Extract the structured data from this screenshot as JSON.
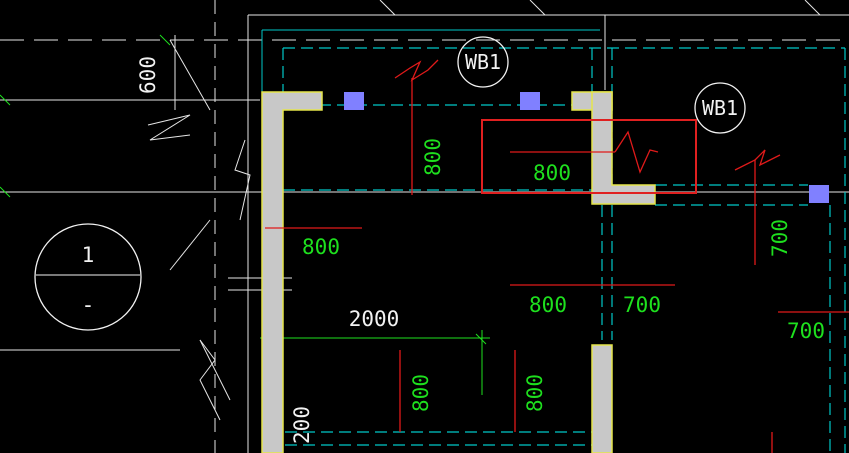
{
  "labels": {
    "wb1_top": "WB1",
    "wb1_right": "WB1",
    "axis_number": "1",
    "axis_sub": "-",
    "left_600": "600",
    "dim_800_highlight": "800",
    "dim_800_vert_top": "800",
    "dim_800_left": "800",
    "dim_800_mid": "800",
    "dim_700_mid": "700",
    "dim_700_right_vert": "700",
    "dim_700_far_right": "700",
    "dim_2000": "2000",
    "dim_800_bottom_a": "800",
    "dim_800_bottom_b": "800",
    "dim_200": "200"
  },
  "colors": {
    "background": "#000000",
    "dimension_text": "#1ee01e",
    "break_line": "#e01a1a",
    "wall_fill": "#c8c8c8",
    "wall_edge": "#e6e64a",
    "dashed_beam": "#00c8c8",
    "grid_line": "#e6e6e6",
    "column_marker": "#8080ff",
    "highlight_box": "#e02020"
  }
}
